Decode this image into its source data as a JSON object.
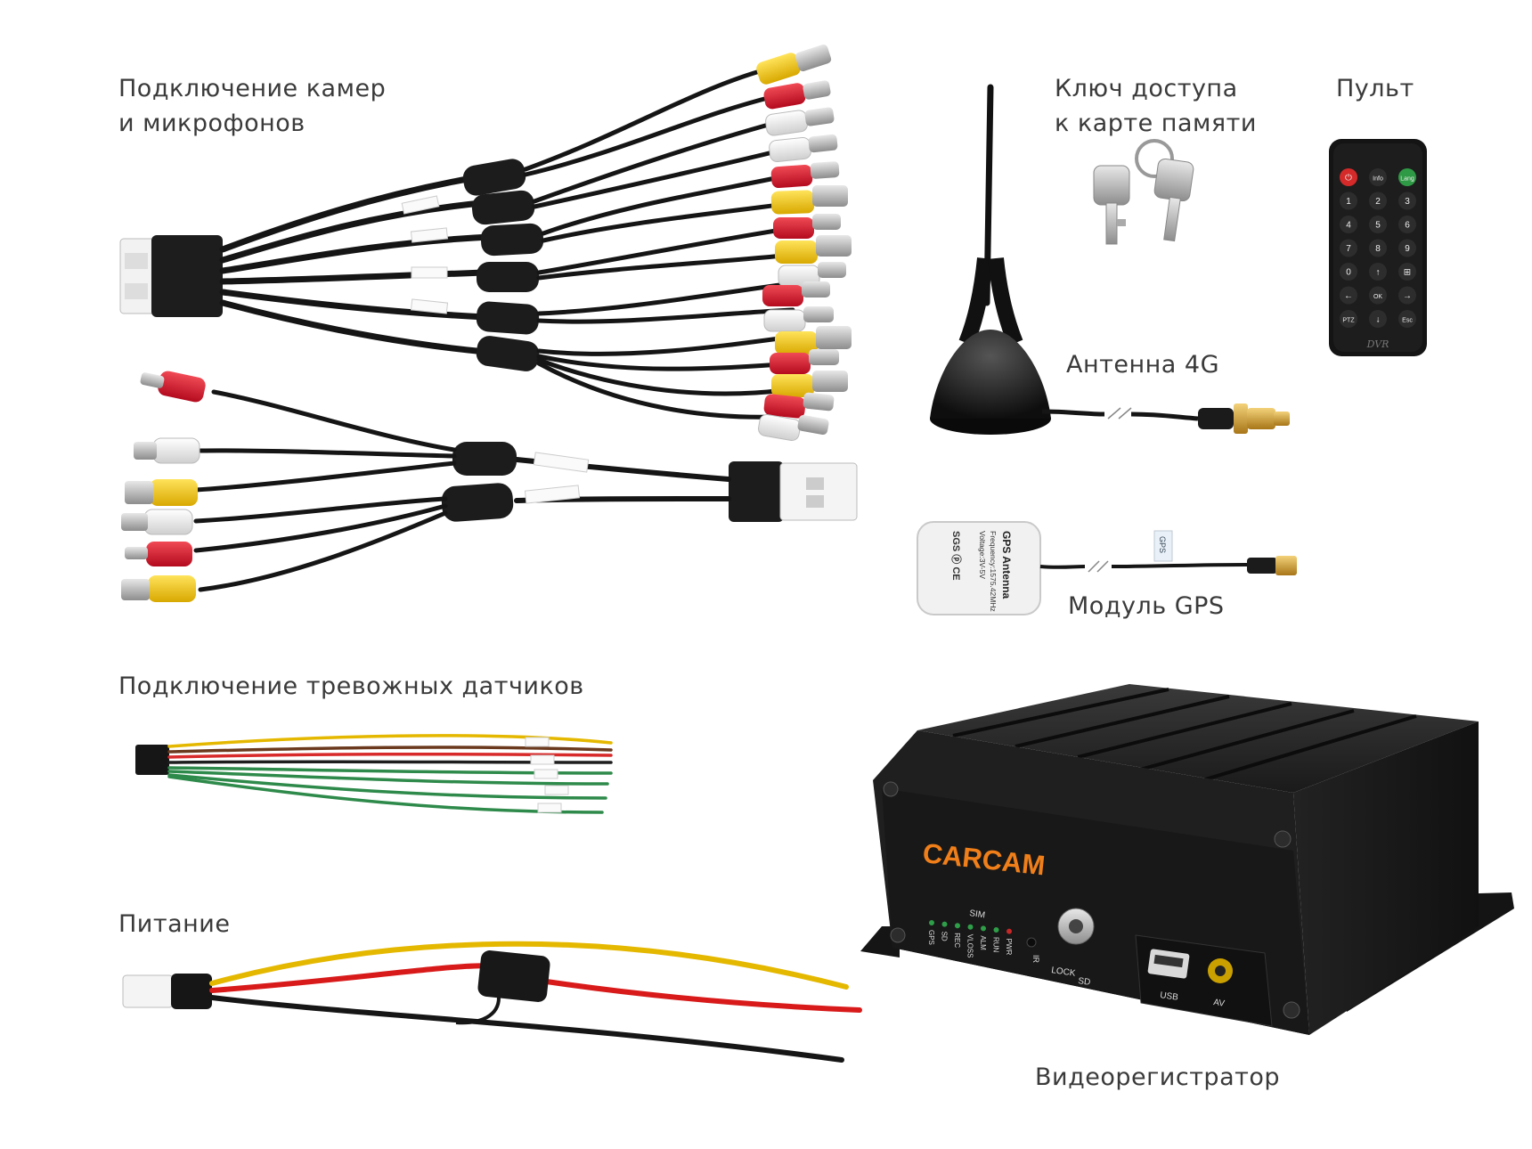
{
  "labels": {
    "cameras_line1": "Подключение камер",
    "cameras_line2": "и микрофонов",
    "key_line1": "Ключ доступа",
    "key_line2": "к карте памяти",
    "remote": "Пульт",
    "antenna": "Антенна 4G",
    "gps": "Модуль GPS",
    "alarm": "Подключение тревожных датчиков",
    "power": "Питание",
    "dvr": "Видеорегистратор"
  },
  "remote_keys": [
    "",
    "Info",
    "Lang",
    "1",
    "2",
    "3",
    "4",
    "5",
    "6",
    "7",
    "8",
    "9",
    "0",
    "↑",
    "⊞",
    "←",
    "OK",
    "→",
    "PTZ",
    "↓",
    "Esc"
  ],
  "remote_brand": "DVR",
  "gps_module": {
    "title": "GPS Antenna",
    "freq": "Frequency:1575.42MHz",
    "volt": "Voltage:3V-5V",
    "marks": "SGS  ⓟ  CE",
    "tag": "GPS"
  },
  "dvr_device": {
    "brand": "CARCAM",
    "sim": "SIM",
    "leds": [
      "GPS",
      "SD",
      "REC",
      "VLOSS",
      "ALM",
      "RUN",
      "PWR"
    ],
    "ir": "IR",
    "lock": "LOCK",
    "sd": "SD",
    "usb": "USB",
    "av": "AV"
  },
  "colors": {
    "yellow": "#f2c500",
    "red": "#d8102b",
    "white": "#f3f3f3",
    "green": "#1d7a3e",
    "cable": "#1b1b1b",
    "brand": "#f07f1a"
  }
}
